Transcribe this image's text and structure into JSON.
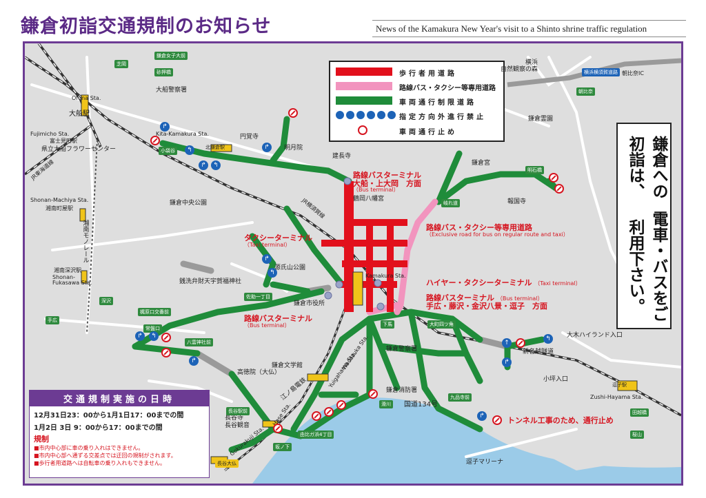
{
  "header": {
    "title_ja": "鎌倉初詣交通規制のお知らせ",
    "title_en": "News of the Kamakura New Year's visit to a Shinto shrine traffic regulation"
  },
  "legend": {
    "items": [
      {
        "label": "歩行者用道路",
        "color": "#e2101c"
      },
      {
        "label": "路線バス・タクシー等専用道路",
        "color": "#f294be"
      },
      {
        "label": "車両通行制限道路",
        "color": "#1f8c3a"
      },
      {
        "label": "指定方向外進行禁止",
        "color": "#1d63b7"
      },
      {
        "label": "車両通行止め",
        "color": "#d6141f"
      }
    ]
  },
  "notice_vertical": {
    "line1": "鎌倉への初詣は、",
    "line2": "電車・バスをご利用下さい。"
  },
  "period": {
    "title": "交通規制実施の日時",
    "line1": "12月31日23：00から1月1日17：00までの間",
    "line2_day": "1月2日",
    "line2_day2": "3日",
    "line2_time": "9：00から17：00までの間",
    "reg_head": "規制",
    "notes": [
      "■市内中心部に車の乗り入れはできません。",
      "■市内中心部へ通ずる交差点では迂回の規制がされます。",
      "■歩行者用道路へは自転車の乗り入れもできません。"
    ]
  },
  "map_labels": {
    "terminal_north": "路線バスターミナル",
    "terminal_north_sub": "大船・上大岡　方面",
    "terminal_north_en": "（Bus terminal）",
    "taxi_terminal": "タクシーターミナル",
    "taxi_terminal_en": "（Taxi terminal）",
    "exclusive_road": "路線バス・タクシー等専用道路",
    "exclusive_road_en": "（Exclusive road for bus on regular route and taxi）",
    "hire_taxi": "ハイヤー・タクシーターミナル",
    "hire_taxi_en": "（Taxi terminal）",
    "bus_east": "路線バスターミナル",
    "bus_east_en": "（Bus terminal）",
    "bus_east_sub": "手広・藤沢・金沢八景・逗子　方面",
    "bus_west": "路線バスターミナル",
    "bus_west_en": "（Bus terminal）",
    "tunnel": "トンネル工事のため、通行止め",
    "kamakura_sta": "Kamakura Sta.",
    "ofuna_sta": "Ofuna Sta.",
    "ofuna": "大船駅",
    "kita_kamakura_sta": "Kita-Kamakura Sta.",
    "kita_kamakura": "北鎌倉駅",
    "fujimicho_sta": "Fujimicho Sta.",
    "fujimicho": "富士見町駅",
    "shonan_machiya": "Shonan-Machiya Sta.",
    "shonan_machiya_ja": "湘南町屋駅",
    "shonan_fukasawa": "Shonan-Fukasawa Sta.",
    "shonan_fukasawa_ja": "湘南深沢駅",
    "monorail": "湘南モノレール",
    "zushi_hayama": "Zushi-Hayama Sta.",
    "gokurakuji": "Gokurakuji Sta.",
    "hase_sta": "Hase Sta.",
    "wadazuka_sta": "Wadazuka Sta.",
    "yuigahama_sta": "Yuigahama Sta.",
    "enoden": "江ノ島電鉄",
    "yokosuka_line": "JR横須賀線",
    "tokaido_line": "JR東海道線",
    "tsurugaoka": "鶴岡八幡宮",
    "kenchoji": "建長寺",
    "meigetsuin": "明月院",
    "engakuji": "円覚寺",
    "kamakuragu": "鎌倉宮",
    "hokokuji": "報国寺",
    "zeniarai": "銭洗弁財天宇賀福神社",
    "genjiyama": "源氏山公園",
    "city_hall": "鎌倉市役所",
    "kotokuin": "高徳院（大仏）",
    "hasedera": "長谷寺",
    "hase_kannon": "長谷観音",
    "bungakukan": "鎌倉文学館",
    "police": "鎌倉警察署",
    "fire": "鎌倉消防署",
    "ofuna_police": "大船警察署",
    "flower_center": "県立大船フラワーセンター",
    "chuo_park": "鎌倉中央公園",
    "shizen": "自然観察の森",
    "yokohama": "横浜",
    "kamakura_reien": "鎌倉霊園",
    "national_134": "国道134号",
    "zushi_marina": "逗子マリーナ",
    "dist_a": "鎌倉女子大前",
    "dist_b": "砂押橋",
    "dist_c": "芝岡",
    "dist_d": "小袋谷",
    "dist_e": "深沢",
    "dist_f": "手広",
    "dist_g": "梶原口交番前",
    "dist_h": "常盤口",
    "dist_i": "八雲神社前",
    "dist_j": "佐助一丁目",
    "dist_k": "下馬",
    "dist_l": "大町四ツ角",
    "dist_m": "九品寺前",
    "dist_n": "滑川",
    "dist_o": "由比ガ浜4丁目",
    "dist_p": "長谷駅前",
    "dist_q": "坂ノ下",
    "dist_r": "明石橋",
    "dist_s": "岐れ道",
    "dist_t": "朝比奈",
    "dist_u": "新名越隧道",
    "dist_v": "大木ハイランド入口",
    "dist_w": "小坪入口",
    "dist_x": "逗子駅",
    "dist_y": "田越橋",
    "dist_z": "桜山",
    "kanto_yokohama": "横浜横須賀道路",
    "ic": "朝比奈IC",
    "bottom_left_sign": "長谷大仏",
    "prohibit_north": "北鎌倉駅"
  }
}
